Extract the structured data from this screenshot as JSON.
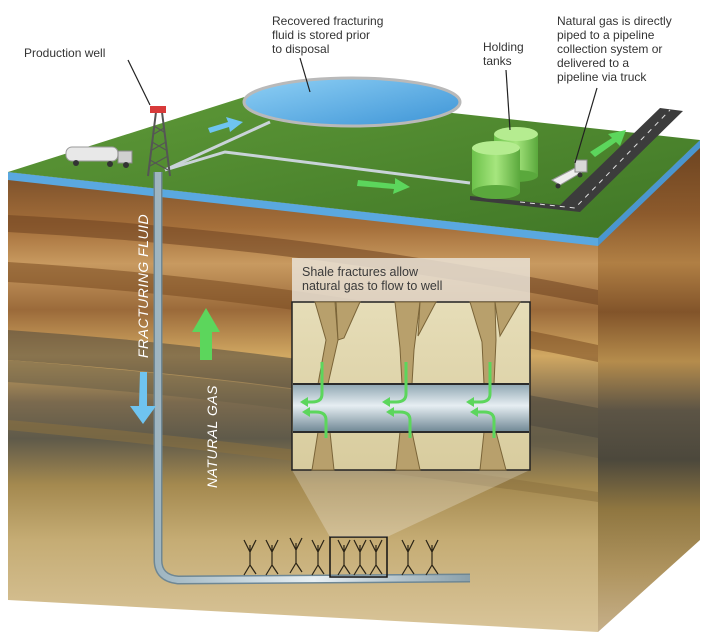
{
  "labels": {
    "production_well": "Production well",
    "recovered_fluid": "Recovered fracturing\nfluid is stored prior\nto disposal",
    "holding_tanks": "Holding\ntanks",
    "natural_gas_piped": "Natural gas is directly\npiped to a pipeline\ncollection system or\ndelivered to a\npipeline via truck",
    "shale_fractures": "Shale fractures allow\nnatural gas to flow to well",
    "fracturing_fluid": "FRACTURING FLUID",
    "natural_gas": "NATURAL GAS"
  },
  "colors": {
    "grass": "#4f8a2e",
    "water": "#5aa8e0",
    "tank": "#8ed46a",
    "arrow_green": "#5cd65c",
    "arrow_blue": "#6fc4f0",
    "layer_brown": "#8a5a2e",
    "layer_tan": "#c9a36a",
    "layer_grey": "#6e6b5e"
  },
  "icons": [
    "truck-icon",
    "derrick-icon",
    "tank-icon",
    "arrow-icon"
  ]
}
